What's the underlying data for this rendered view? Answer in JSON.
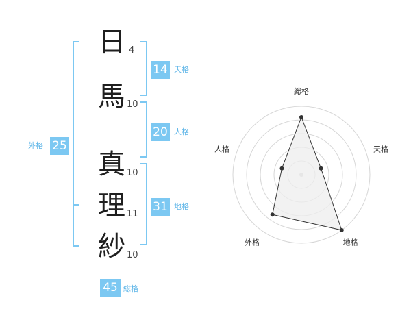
{
  "characters": [
    {
      "char": "日",
      "strokes": "4"
    },
    {
      "char": "馬",
      "strokes": "10"
    },
    {
      "char": "真",
      "strokes": "10"
    },
    {
      "char": "理",
      "strokes": "11"
    },
    {
      "char": "紗",
      "strokes": "10"
    }
  ],
  "kaku": {
    "tenkaku": {
      "value": "14",
      "label": "天格"
    },
    "jinkaku": {
      "value": "20",
      "label": "人格"
    },
    "chikaku": {
      "value": "31",
      "label": "地格"
    },
    "gaikaku": {
      "value": "25",
      "label": "外格"
    },
    "soukaku": {
      "value": "45",
      "label": "総格"
    }
  },
  "colors": {
    "accent": "#7cc8f2",
    "accent_text": "#5fb6e8",
    "radar_line": "#333333",
    "radar_fill": "#eeeeee",
    "grid": "#d6d6d6"
  },
  "chart_data": {
    "type": "radar",
    "axes": [
      "総格",
      "天格",
      "地格",
      "外格",
      "人格"
    ],
    "values": [
      4.2,
      1.5,
      5.0,
      3.6,
      1.5
    ],
    "rmax": 5,
    "rings": 5
  }
}
